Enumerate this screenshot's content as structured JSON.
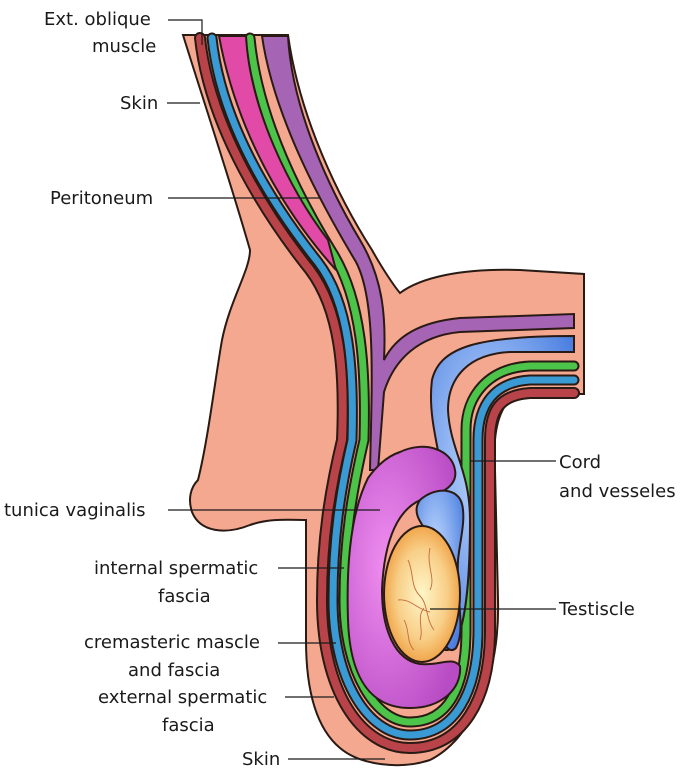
{
  "labels": {
    "ext_oblique": [
      "Ext. oblique",
      "muscle"
    ],
    "skin_top": "Skin",
    "peritoneum": "Peritoneum",
    "cord_vessels": [
      "Cord",
      "and vesseles"
    ],
    "tunica_vaginalis": "tunica vaginalis",
    "internal_spermatic_fascia": [
      "internal spermatic",
      "fascia"
    ],
    "testiscle": "Testiscle",
    "cremasteric": [
      "cremasteric mascle",
      "and fascia"
    ],
    "external_spermatic_fascia": [
      "external spermatic",
      "fascia"
    ],
    "skin_bottom": "Skin"
  },
  "colors": {
    "skin": "#f4a88f",
    "skin_outline": "#2a1a14",
    "dark_red_layer": "#b8444a",
    "blue_layer": "#3a9ad4",
    "green_layer": "#4cc44a",
    "purple_peritoneum": "#a664b4",
    "magenta_muscle": "#e24aa8",
    "tunica": "#d86ad8",
    "cord_blue": "#5a8ee0",
    "testis_center": "#fff0b0",
    "testis_edge": "#f0a040"
  }
}
